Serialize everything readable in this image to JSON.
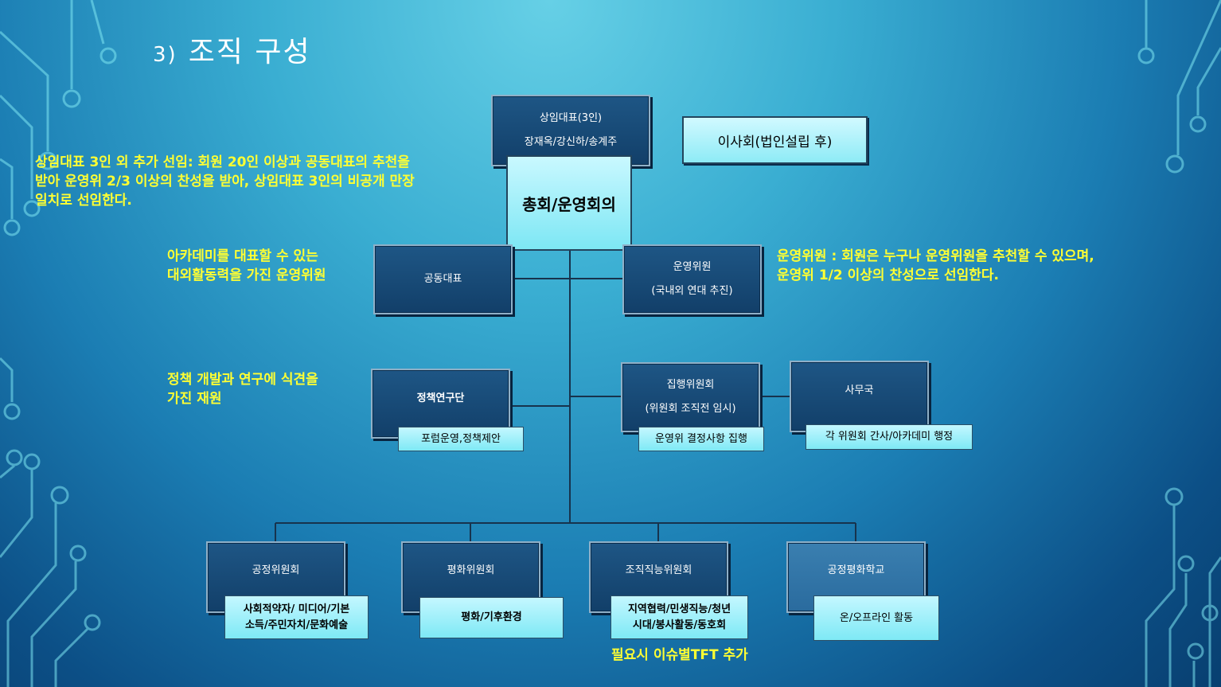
{
  "slide": {
    "number": "3)",
    "title": "조직 구성"
  },
  "notes": {
    "co_rep_election": [
      "상임대표 3인 외 추가 선임: 회원 20인 이상과 공동대표의 추천을",
      "받아 운영위 2/3 이상의 찬성을 받아, 상임대표 3인의 비공개 만장",
      "일치로 선임한다."
    ],
    "co_rep_desc": [
      "아카데미를 대표할 수 있는",
      "대외활동력을 가진 운영위원"
    ],
    "steering_election": [
      "운영위원 : 회원은 누구나 운영위원을 추천할 수 있으며,",
      "운영위 1/2 이상의 찬성으로 선임한다."
    ],
    "policy_desc": [
      "정책 개발과 연구에 식견을",
      "가진 재원"
    ],
    "tft": "필요시 이슈별TFT 추가"
  },
  "nodes": {
    "standing_rep": {
      "line1": "상임대표(3인)",
      "line2": "장재옥/강신하/송계주"
    },
    "board": "이사회(법인설립 후)",
    "general": "총회/운영회의",
    "co_rep": "공동대표",
    "steering": {
      "line1": "운영위원",
      "line2": "(국내외 연대 추진)"
    },
    "policy": {
      "title": "정책연구단",
      "sub": "포럼운영,정책제안"
    },
    "executive": {
      "line1": "집행위원회",
      "line2": "(위원회 조직전 임시)",
      "sub": "운영위 결정사항 집행"
    },
    "secretariat": {
      "title": "사무국",
      "sub": "각 위원회 간사/아카데미 행정"
    },
    "justice": {
      "title": "공정위원회",
      "sub1": "사회적약자/ 미디어/기본",
      "sub2": "소득/주민자치/문화예술"
    },
    "peace": {
      "title": "평화위원회",
      "sub": "평화/기후환경"
    },
    "org": {
      "title": "조직직능위원회",
      "sub1": "지역협력/민생직능/청년",
      "sub2": "시대/봉사활동/동호회"
    },
    "school": {
      "title": "공정평화학교",
      "sub": "온/오프라인 활동"
    }
  },
  "colors": {
    "note": "#ffff33",
    "box_dark": "#123f69",
    "box_light": "#2a6b9e",
    "sub_box": "#7ee9f5",
    "connector": "#17334d"
  }
}
